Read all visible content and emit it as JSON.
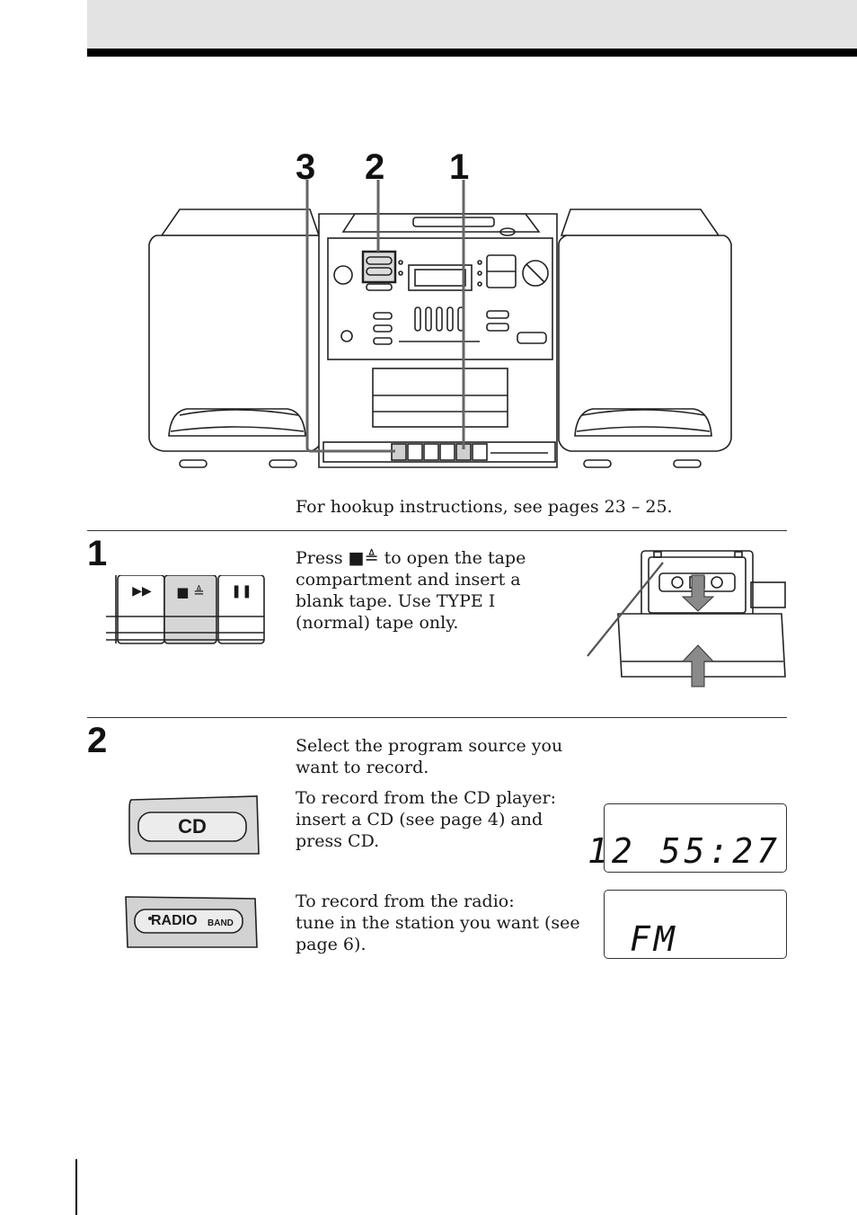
{
  "callouts": {
    "c3": "3",
    "c2": "2",
    "c1": "1"
  },
  "hookup_text": "For hookup instructions, see pages 23 – 25.",
  "step1": {
    "number": "1",
    "text": "Press ■≜ to open the tape compartment and insert a blank tape. Use TYPE I (normal) tape only.",
    "buttons": {
      "ff": "▶▶",
      "stop_eject": "■ ≜",
      "pause": "❚❚"
    }
  },
  "step2": {
    "number": "2",
    "intro": "Select the program source you want to record.",
    "cd_text": "To record from the CD player: insert a CD (see page 4) and press CD.",
    "cd_button": "CD",
    "cd_display": "12  55:27",
    "radio_text_1": "To record from the radio:",
    "radio_text_2": "tune in the station you want (see page 6).",
    "radio_button": "RADIO",
    "radio_button_sub": "BAND",
    "radio_display": "FM"
  }
}
